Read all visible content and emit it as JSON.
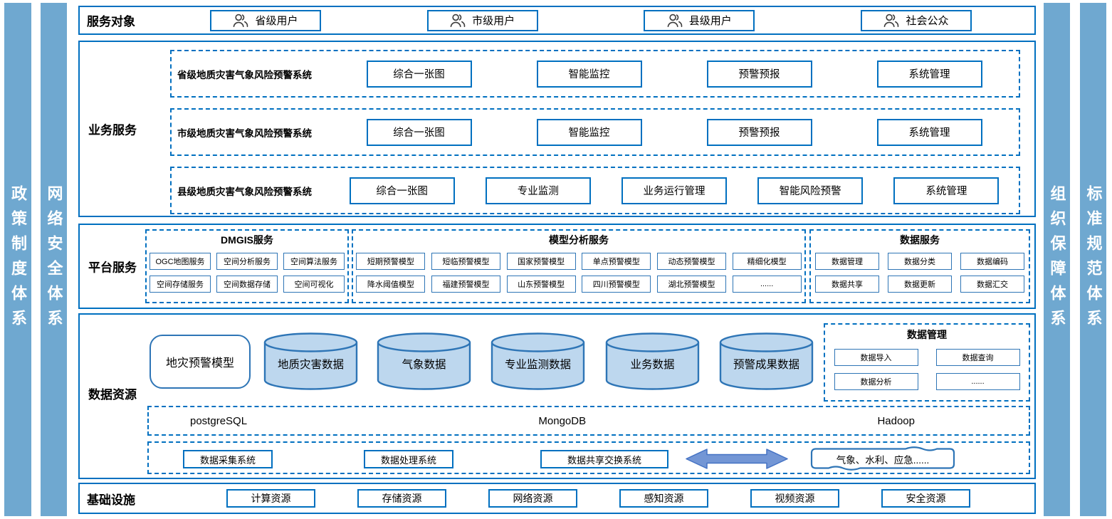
{
  "colors": {
    "frame_blue": "#0070C0",
    "inner_border_blue": "#2E75B6",
    "sidebar_blue": "#6FA8D0",
    "cylinder_fill": "#BDD7EE",
    "arrow_fill": "#7396D5",
    "arrow_border": "#4472C4"
  },
  "icons": {
    "user_box_icon": "users-icon",
    "exchange_icon": "double-headed-arrow-icon"
  },
  "side_bars": {
    "left": [
      "政策制度体系",
      "网络安全体系"
    ],
    "right": [
      "组织保障体系",
      "标准规范体系"
    ]
  },
  "service_targets": {
    "label": "服务对象",
    "items": [
      "省级用户",
      "市级用户",
      "县级用户",
      "社会公众"
    ]
  },
  "business": {
    "label": "业务服务",
    "rows": [
      {
        "title": "省级地质灾害气象风险预警系统",
        "items": [
          "综合一张图",
          "智能监控",
          "预警预报",
          "系统管理"
        ]
      },
      {
        "title": "市级地质灾害气象风险预警系统",
        "items": [
          "综合一张图",
          "智能监控",
          "预警预报",
          "系统管理"
        ]
      },
      {
        "title": "县级地质灾害气象风险预警系统",
        "items": [
          "综合一张图",
          "专业监测",
          "业务运行管理",
          "智能风险预警",
          "系统管理"
        ]
      }
    ]
  },
  "platform": {
    "label": "平台服务",
    "groups": [
      {
        "title": "DMGIS服务",
        "rows": [
          [
            "OGC地图服务",
            "空间分析服务",
            "空间算法服务"
          ],
          [
            "空间存储服务",
            "空间数据存储",
            "空间可视化"
          ]
        ]
      },
      {
        "title": "模型分析服务",
        "rows": [
          [
            "短期预警模型",
            "短临预警模型",
            "国家预警模型",
            "单点预警模型",
            "动态预警模型",
            "精细化模型"
          ],
          [
            "降水阈值模型",
            "福建预警模型",
            "山东预警模型",
            "四川预警模型",
            "湖北预警模型",
            "......"
          ]
        ]
      },
      {
        "title": "数据服务",
        "rows": [
          [
            "数据管理",
            "数据分类",
            "数据编码"
          ],
          [
            "数据共享",
            "数据更新",
            "数据汇交"
          ]
        ]
      }
    ]
  },
  "data_resources": {
    "label": "数据资源",
    "model_box": "地灾预警模型",
    "cylinders": [
      "地质灾害数据",
      "气象数据",
      "专业监测数据",
      "业务数据",
      "预警成果数据"
    ],
    "data_mgmt": {
      "title": "数据管理",
      "items": [
        "数据导入",
        "数据查询",
        "数据分析",
        "......"
      ]
    },
    "databases": [
      "postgreSQL",
      "MongoDB",
      "Hadoop"
    ],
    "systems": [
      "数据采集系统",
      "数据处理系统",
      "数据共享交换系统"
    ],
    "external": "气象、水利、应急......"
  },
  "infrastructure": {
    "label": "基础设施",
    "items": [
      "计算资源",
      "存储资源",
      "网络资源",
      "感知资源",
      "视频资源",
      "安全资源"
    ]
  }
}
